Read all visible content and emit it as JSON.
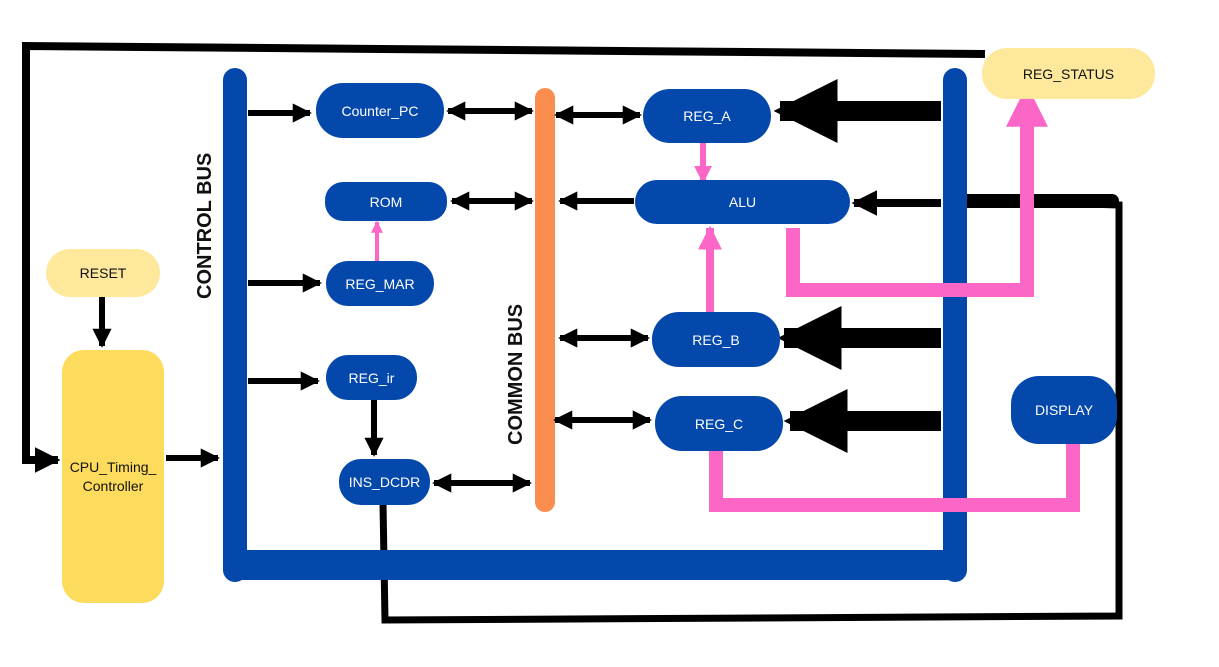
{
  "labels": {
    "control_bus": "CONTROL BUS",
    "common_bus": "COMMON BUS"
  },
  "blocks": {
    "counter_pc": "Counter_PC",
    "rom": "ROM",
    "reg_mar": "REG_MAR",
    "reg_ir": "REG_ir",
    "ins_dcdr": "INS_DCDR",
    "reg_a": "REG_A",
    "alu": "ALU",
    "reg_b": "REG_B",
    "reg_c": "REG_C",
    "reg_status": "REG_STATUS",
    "display": "DISPLAY",
    "reset": "RESET",
    "cpu_timing": "CPU_Timing_Controller"
  },
  "colors": {
    "block_blue": "#0548ab",
    "bus_blue": "#0548ab",
    "common_bus_orange": "#fb8e4e",
    "pink": "#fc67c7",
    "light_yellow": "#fde89c",
    "controller_yellow": "#fddb5c",
    "black": "#000000"
  }
}
